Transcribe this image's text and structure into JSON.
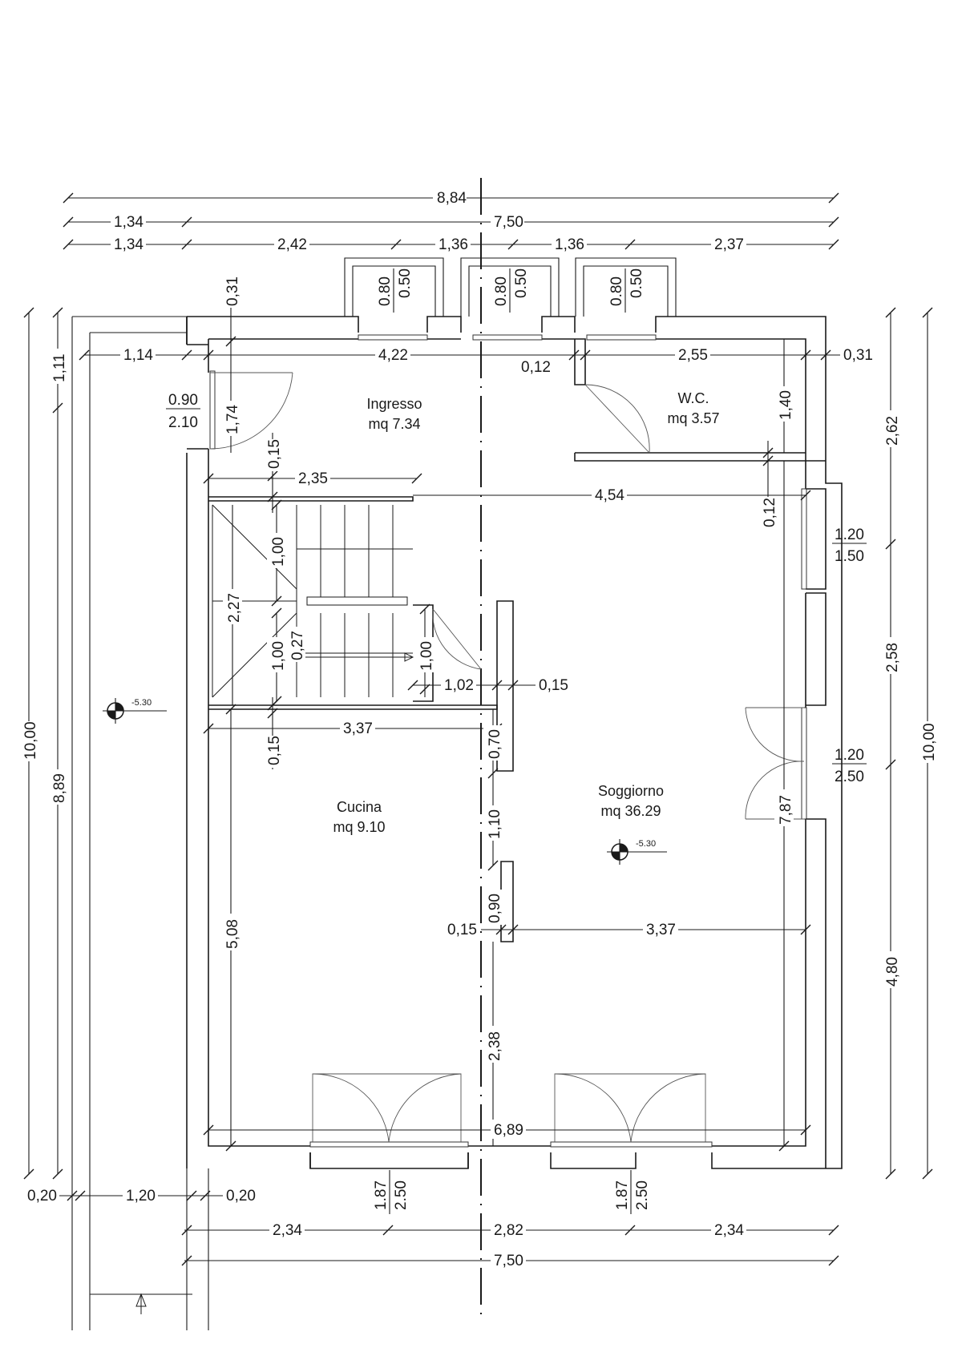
{
  "dimensions": {
    "top_total": "8,84",
    "top_row2": [
      "1,34",
      "7,50"
    ],
    "top_row3": [
      "1,34",
      "2,42",
      "1,36",
      "1,36",
      "2,37"
    ],
    "interior_top": [
      "1,14",
      "4,22",
      "0,12",
      "2,55",
      "0,31"
    ],
    "left_vertical": [
      "1,11",
      "8,89",
      "10,00"
    ],
    "right_vertical": [
      "2,62",
      "2,58",
      "4,80",
      "10,00"
    ],
    "misc": {
      "d031": "0,31",
      "d174": "1,74",
      "d015a": "0,15",
      "d235": "2,35",
      "d454": "4,54",
      "d140": "1,40",
      "d012": "0,12",
      "d100a": "1,00",
      "d227": "2,27",
      "d100b": "1,00",
      "d027": "0,27",
      "d100c": "1,00",
      "d102": "1,02",
      "d015b": "0,15",
      "d015c": "0,15",
      "d337a": "3,37",
      "d070": "0,70",
      "d110": "1,10",
      "d787": "7,87",
      "d508": "5,08",
      "d090": "0,90",
      "d015d": "0,15",
      "d337b": "3,37",
      "d238": "2,38",
      "d689": "6,89"
    },
    "bottom_row1": [
      "0,20",
      "1,20",
      "0,20"
    ],
    "bottom_row2": [
      "2,34",
      "2,82",
      "2,34"
    ],
    "bottom_total": "7,50"
  },
  "openings": {
    "top_windows": [
      {
        "w": "0.80",
        "h": "0.50"
      },
      {
        "w": "0.80",
        "h": "0.50"
      },
      {
        "w": "0.80",
        "h": "0.50"
      }
    ],
    "entry_door": {
      "w": "0.90",
      "h": "2.10"
    },
    "right_window": {
      "w": "1.20",
      "h": "1.50"
    },
    "right_door": {
      "w": "1.20",
      "h": "2.50"
    },
    "bottom_doors": [
      {
        "w": "1.87",
        "h": "2.50"
      },
      {
        "w": "1.87",
        "h": "2.50"
      }
    ]
  },
  "rooms": {
    "ingresso": {
      "name": "Ingresso",
      "area": "mq 7.34"
    },
    "wc": {
      "name": "W.C.",
      "area": "mq 3.57"
    },
    "cucina": {
      "name": "Cucina",
      "area": "mq 9.10"
    },
    "soggiorno": {
      "name": "Soggiorno",
      "area": "mq 36.29"
    }
  },
  "levels": [
    "-5.30",
    "-5.30"
  ]
}
